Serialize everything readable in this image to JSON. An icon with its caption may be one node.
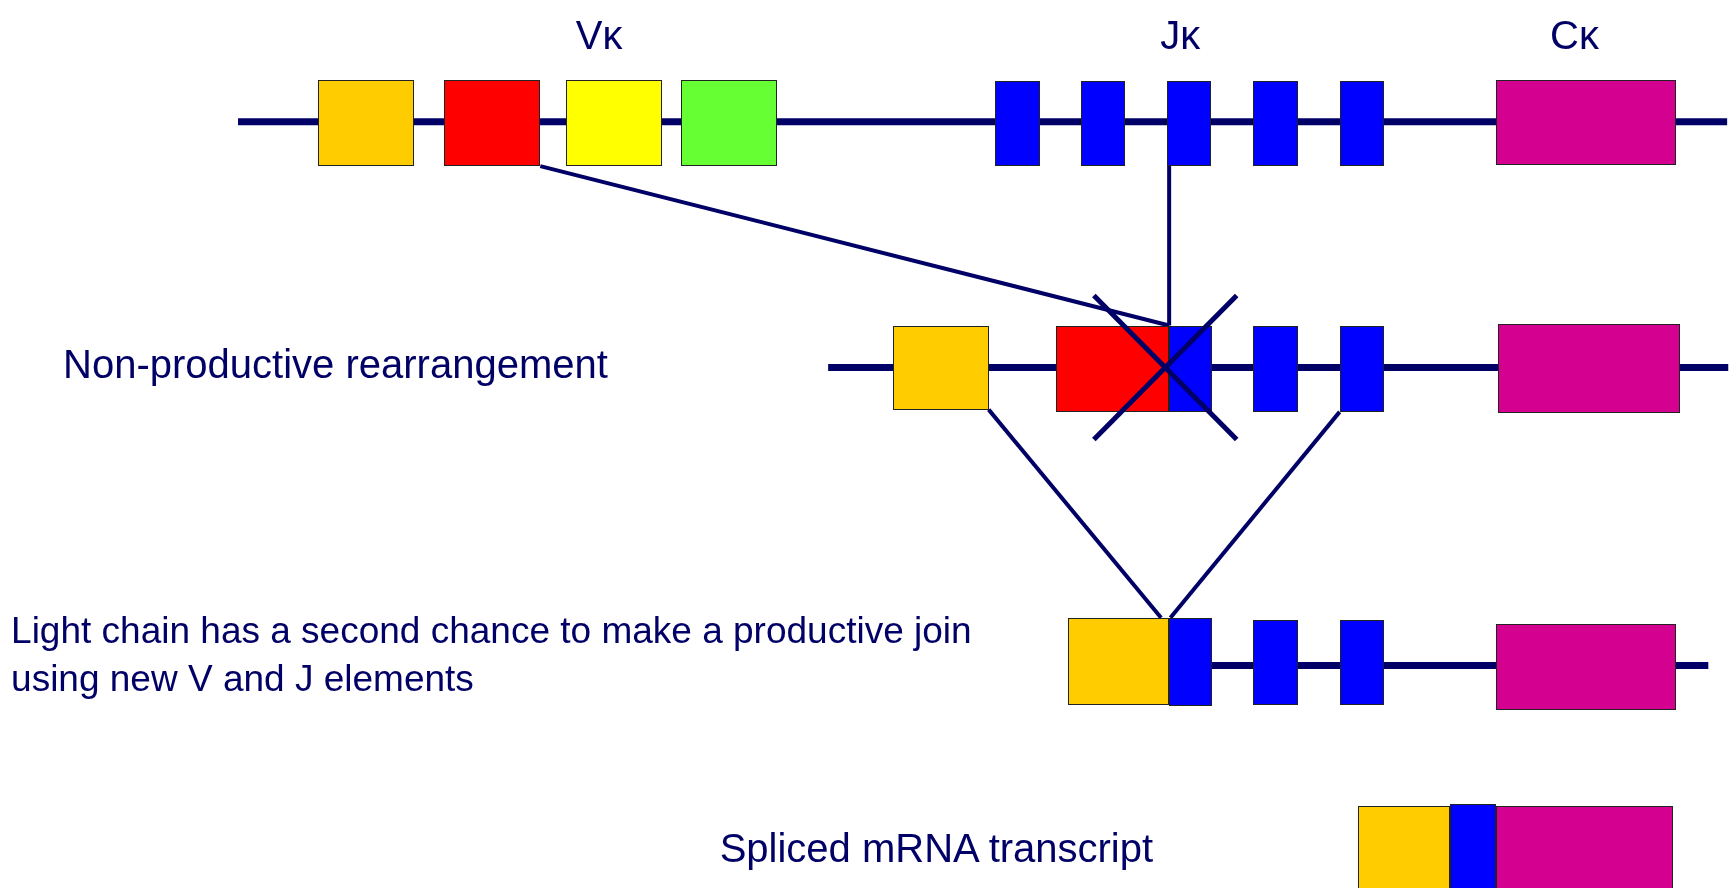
{
  "diagram": {
    "nodes": [
      {
        "text": [],
        "shape": "box"
      },
      {
        "text": [],
        "shape": "box"
      },
      {
        "text": [],
        "shape": "box"
      },
      {
        "text": [],
        "shape": "box"
      },
      {
        "text": [],
        "shape": "box"
      },
      {
        "text": [],
        "shape": "box"
      },
      {
        "text": [],
        "shape": "box"
      },
      {
        "text": [],
        "shape": "box"
      },
      {
        "text": [],
        "shape": "box"
      },
      {
        "text": [],
        "shape": "box"
      },
      {
        "text": [],
        "shape": "box"
      },
      {
        "text": [],
        "shape": "box"
      },
      {
        "text": [],
        "shape": "box"
      },
      {
        "text": [],
        "shape": "box"
      },
      {
        "text": [],
        "shape": "box"
      },
      {
        "text": [],
        "shape": "box"
      },
      {
        "text": [],
        "shape": "box"
      },
      {
        "text": [],
        "shape": "box"
      },
      {
        "text": [],
        "shape": "box"
      },
      {
        "text": [],
        "shape": "box"
      },
      {
        "text": [],
        "shape": "box"
      },
      {
        "text": [],
        "shape": "box"
      },
      {
        "text": [],
        "shape": "box"
      },
      {
        "text": [],
        "shape": "box"
      }
    ],
    "edges": [
      {
        "from": 1,
        "to": 11,
        "arrow": "none"
      },
      {
        "from": 6,
        "to": 12,
        "arrow": "none"
      },
      {
        "from": 10,
        "to": 16,
        "arrow": "none"
      },
      {
        "from": 14,
        "to": 17,
        "arrow": "none"
      }
    ],
    "labels": [
      "Vκ",
      "Jκ",
      "Cκ",
      "Non-productive rearrangement",
      "Light chain has a second chance to make a productive join using new V and J elements",
      "Spliced mRNA transcript"
    ]
  }
}
